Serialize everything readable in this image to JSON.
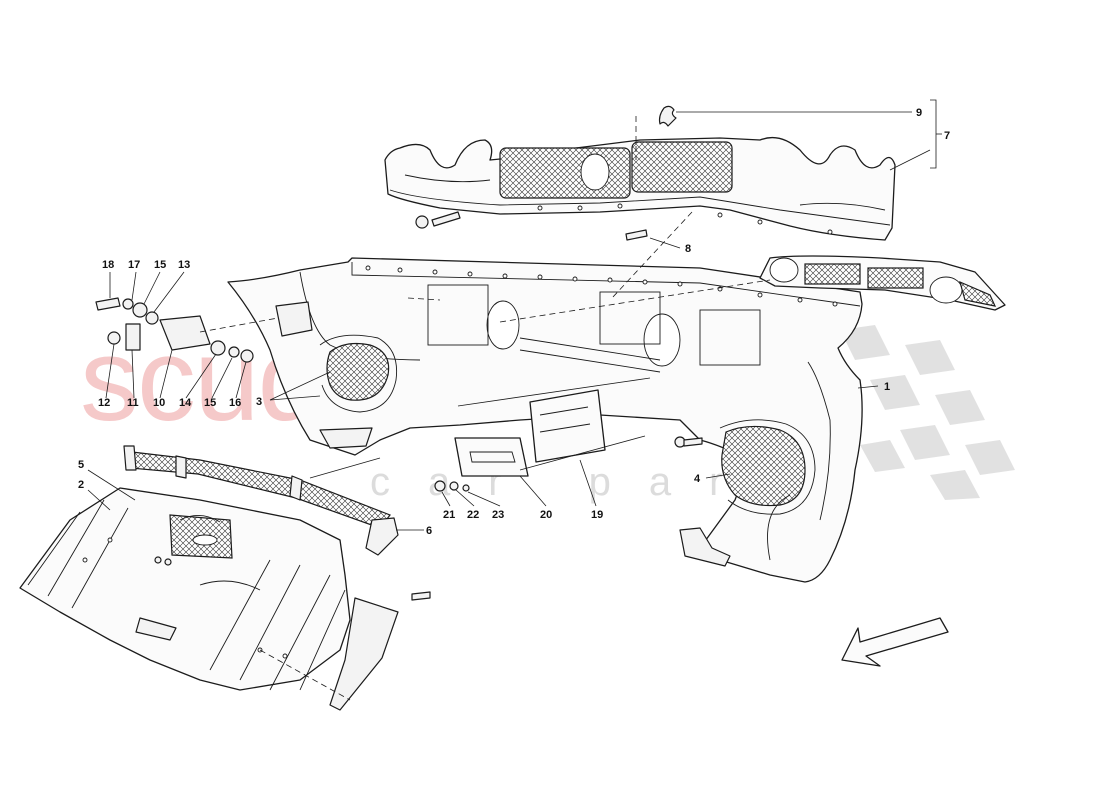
{
  "watermark": {
    "main": "scuderia",
    "sub": "car parts"
  },
  "labels": [
    {
      "text": "9"
    },
    {
      "text": "7"
    },
    {
      "text": "8"
    },
    {
      "text": "1"
    },
    {
      "text": "18"
    },
    {
      "text": "17"
    },
    {
      "text": "15"
    },
    {
      "text": "13"
    },
    {
      "text": "12"
    },
    {
      "text": "11"
    },
    {
      "text": "10"
    },
    {
      "text": "14"
    },
    {
      "text": "15"
    },
    {
      "text": "16"
    },
    {
      "text": "3"
    },
    {
      "text": "4"
    },
    {
      "text": "5"
    },
    {
      "text": "2"
    },
    {
      "text": "6"
    },
    {
      "text": "21"
    },
    {
      "text": "22"
    },
    {
      "text": "23"
    },
    {
      "text": "20"
    },
    {
      "text": "19"
    }
  ],
  "colors": {
    "line": "#1c1c1c",
    "watermark": "#f2b7b7",
    "checker": "#d9d9d9"
  },
  "icons": {
    "direction": "arrow-icon",
    "brand": "prancing-horse-icon"
  }
}
